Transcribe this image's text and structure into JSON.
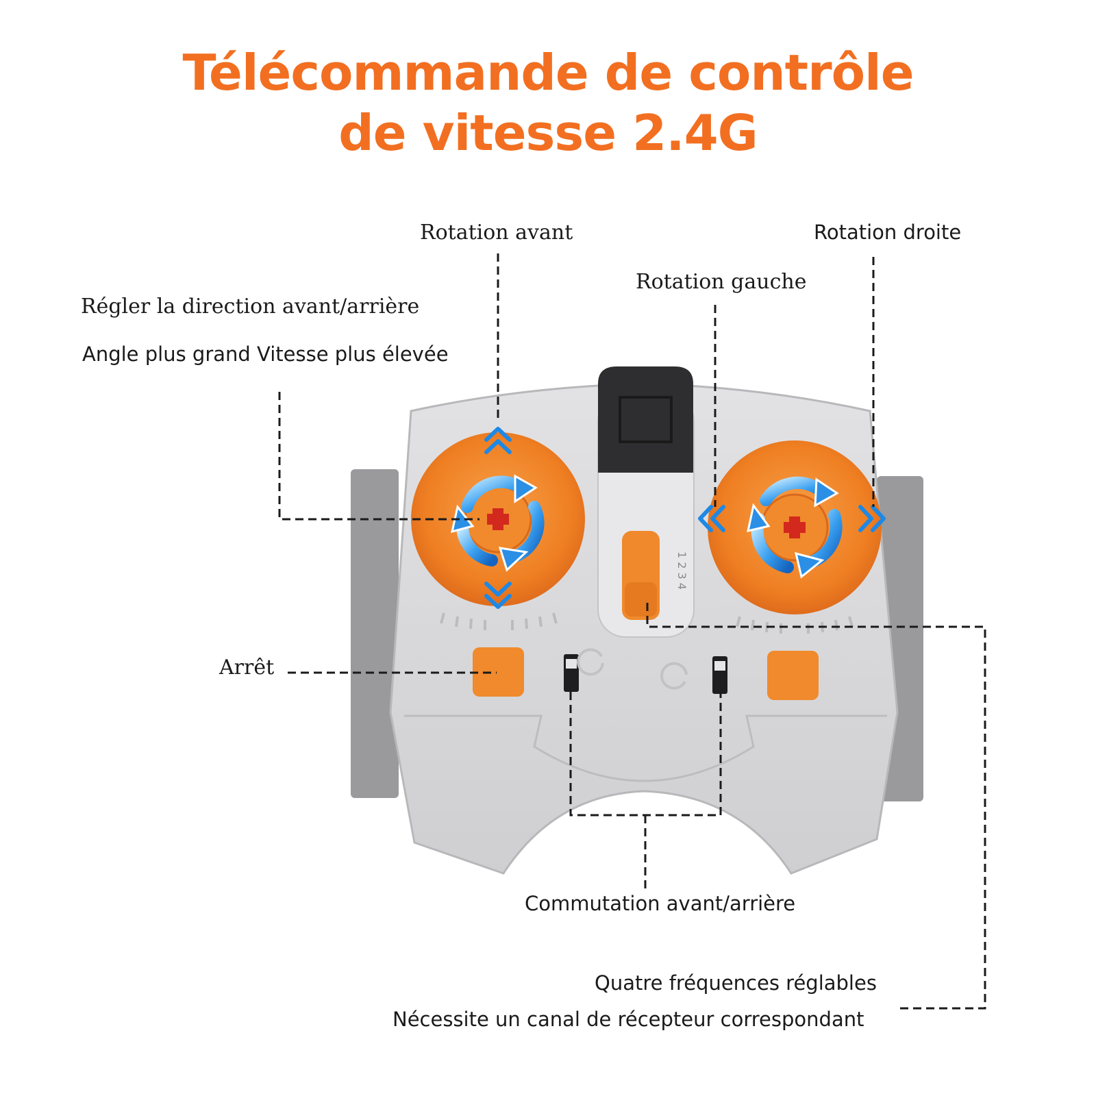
{
  "title": {
    "line1": "Télécommande de contrôle",
    "line2": "de vitesse 2.4G"
  },
  "labels": {
    "rotation_avant": "Rotation avant",
    "rotation_droite": "Rotation droite",
    "rotation_gauche": "Rotation gauche",
    "regler_direction": "Régler la direction avant/arrière",
    "angle_vitesse": "Angle plus grand Vitesse plus élevée",
    "arret": "Arrêt",
    "commutation": "Commutation avant/arrière",
    "quatre_frequences": "Quatre fréquences réglables",
    "necessite_canal": "Nécessite un canal de récepteur correspondant"
  },
  "colors": {
    "accent": "#f26f21",
    "body": "#d6d6d8",
    "dial": "#f08a2c",
    "arrows": "#1e88e5",
    "text": "#1a1a1a"
  },
  "icons": [
    "chevron-up-icon",
    "chevron-down-icon",
    "chevron-left-icon",
    "chevron-right-icon",
    "rotate-arrows-icon"
  ]
}
